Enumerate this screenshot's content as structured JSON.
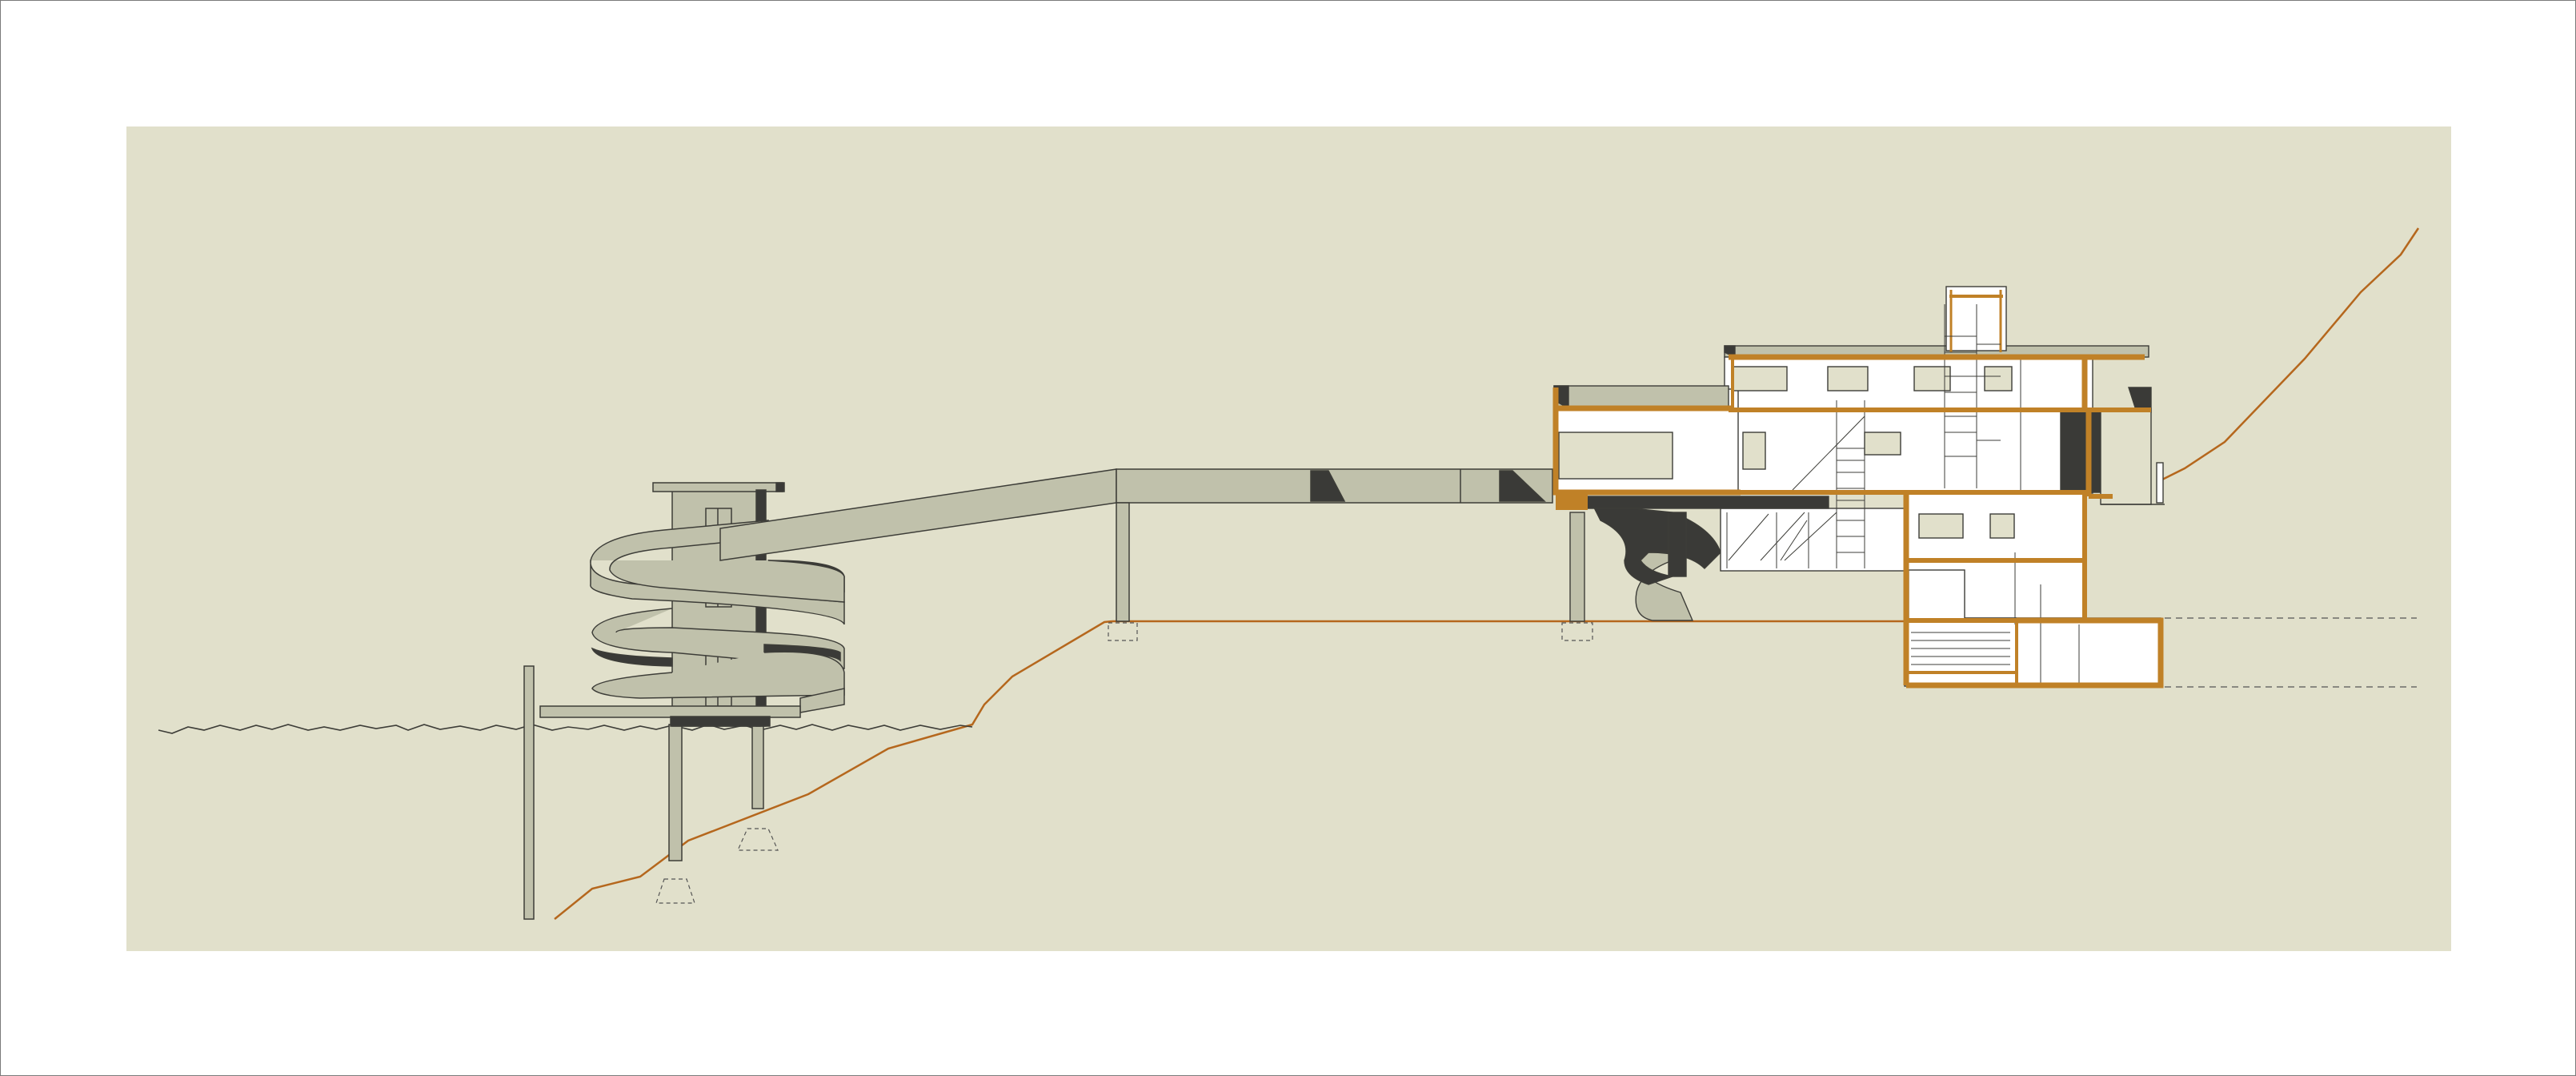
{
  "drawing": {
    "type": "architectural-section-elevation",
    "labels": [],
    "colors": {
      "page": "#ffffff",
      "frame": "#7a7a7a",
      "panel": "#e1e0cb",
      "structure_fill": "#c0c1ab",
      "dark_fill": "#3a3a37",
      "interior": "#ffffff",
      "section_cut": "#c08127",
      "terrain": "#b5671d",
      "line": "#3d3d38"
    },
    "elements": [
      "observation-tower",
      "spiral-ramp",
      "bridge-walkway",
      "main-building-section",
      "terrain-profile",
      "water-line",
      "foundations"
    ]
  }
}
